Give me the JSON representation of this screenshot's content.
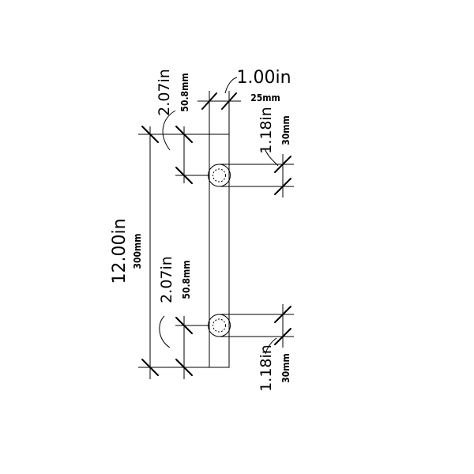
{
  "dimensions": {
    "overall_length": {
      "imperial": "12.00in",
      "metric": "300mm"
    },
    "width": {
      "imperial": "1.00in",
      "metric": "25mm"
    },
    "top_offset": {
      "imperial": "2.07in",
      "metric": "50.8mm"
    },
    "bottom_offset": {
      "imperial": "2.07in",
      "metric": "50.8mm"
    },
    "top_post_diameter": {
      "imperial": "1.18in",
      "metric": "30mm"
    },
    "bottom_post_diameter": {
      "imperial": "1.18in",
      "metric": "30mm"
    }
  }
}
